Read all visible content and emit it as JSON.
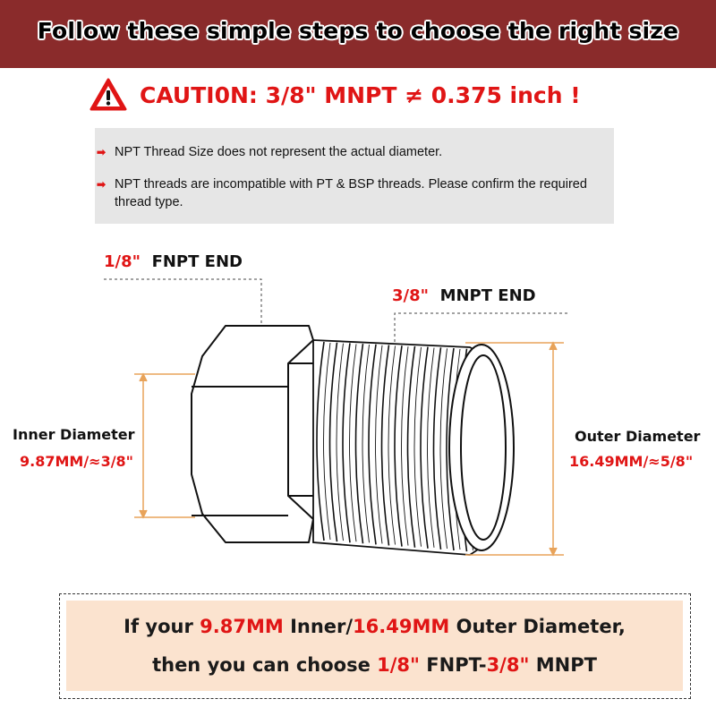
{
  "header": {
    "title": "Follow these simple steps to choose the right size"
  },
  "caution": {
    "icon": "warning-icon",
    "text": "CAUTI0N: 3/8\" MNPT ≠ 0.375 inch !"
  },
  "notes": [
    {
      "icon": "arrow-right-icon",
      "text": "NPT Thread Size does not represent the actual diameter."
    },
    {
      "icon": "arrow-right-icon",
      "text": "NPT threads are incompatible with PT & BSP threads. Please confirm the required thread type."
    }
  ],
  "diagram": {
    "fnpt_label": {
      "size": "1/8\"",
      "name": "FNPT END"
    },
    "mnpt_label": {
      "size": "3/8\"",
      "name": "MNPT END"
    },
    "inner": {
      "title": "Inner Diameter",
      "value": "9.87MM/≈3/8\""
    },
    "outer": {
      "title": "Outer Diameter",
      "value": "16.49MM/≈5/8\""
    }
  },
  "result": {
    "l1_a": "If your ",
    "l1_b": "9.87MM",
    "l1_c": " Inner/",
    "l1_d": "16.49MM",
    "l1_e": " Outer Diameter,",
    "l2_a": "then you can choose ",
    "l2_b": "1/8\"",
    "l2_c": " FNPT-",
    "l2_d": "3/8\"",
    "l2_e": " MNPT"
  },
  "colors": {
    "banner": "#8a2b2b",
    "accent": "#e01515",
    "dimension_line": "#e8a35a",
    "notes_bg": "#e6e6e6",
    "result_bg": "#fbe3cf"
  }
}
